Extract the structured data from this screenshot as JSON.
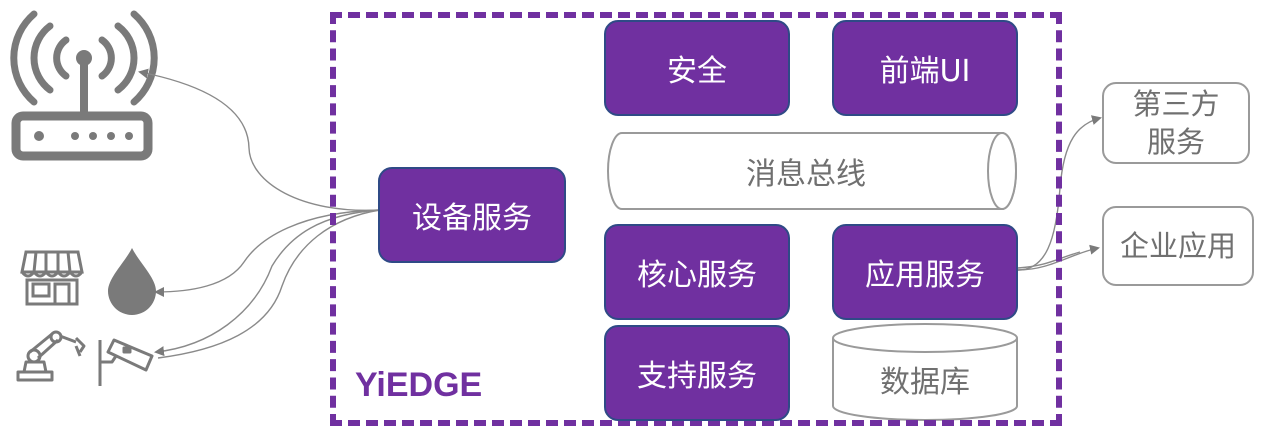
{
  "brand": "YiEDGE",
  "boxes": {
    "security": "安全",
    "frontend_ui": "前端UI",
    "message_bus": "消息总线",
    "device_service": "设备服务",
    "core_service": "核心服务",
    "app_service": "应用服务",
    "support_service": "支持服务",
    "database": "数据库"
  },
  "external": {
    "third_party_line1": "第三方",
    "third_party_line2": "服务",
    "enterprise_app": "企业应用"
  },
  "icons": [
    "wifi-router-icon",
    "store-icon",
    "water-drop-icon",
    "robot-arm-icon",
    "camera-icon"
  ],
  "colors": {
    "accent": "#7030a0",
    "border_blue": "#2f4a86",
    "gray_text": "#707070",
    "icon_gray": "#7a7a7a"
  }
}
